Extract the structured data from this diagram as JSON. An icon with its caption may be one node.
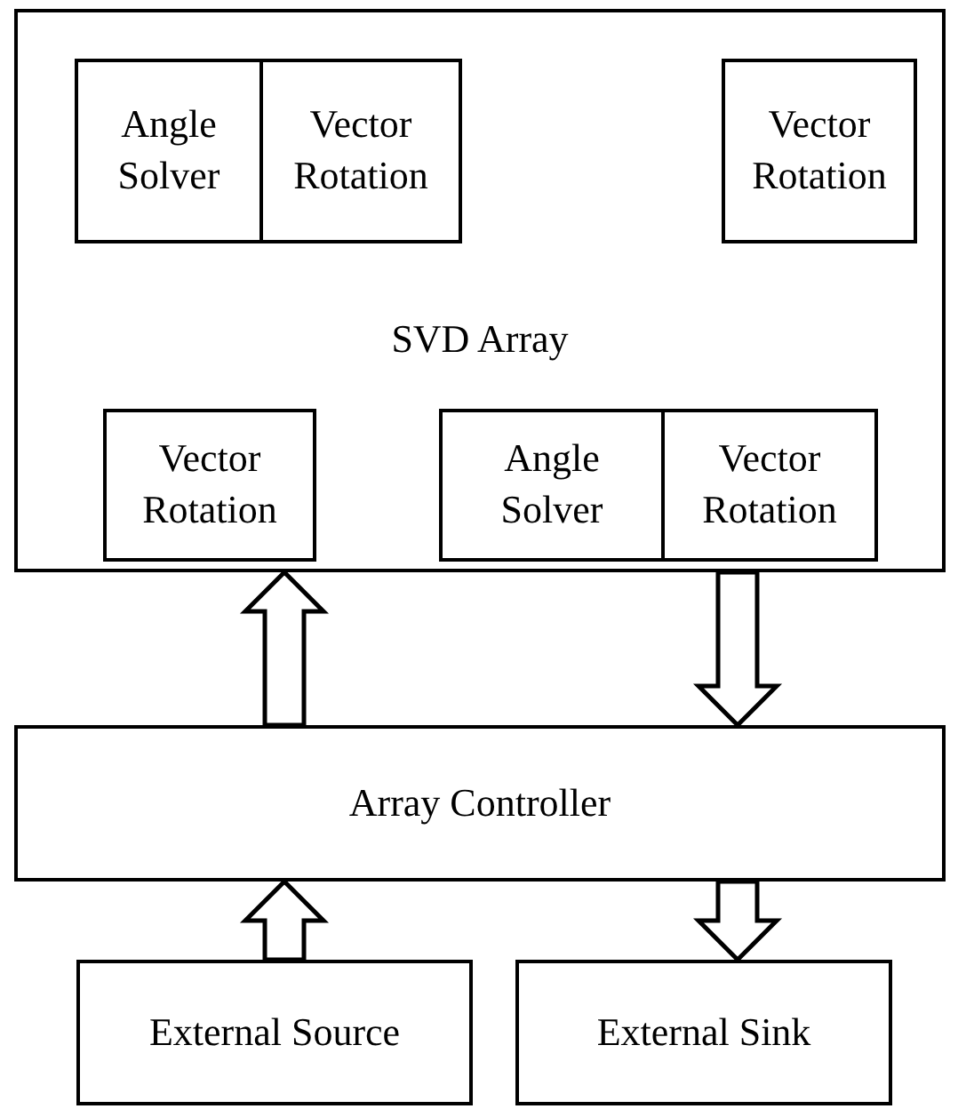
{
  "diagram": {
    "nodes": [
      {
        "text": [
          "SVD Array"
        ]
      },
      {
        "text": [
          "Angle Solver"
        ],
        "in": 0
      },
      {
        "text": [
          "Vector Rotation"
        ],
        "in": 0
      },
      {
        "text": [
          "Vector Rotation"
        ],
        "in": 0
      },
      {
        "text": [
          "Vector Rotation"
        ],
        "in": 0
      },
      {
        "text": [
          "Angle Solver"
        ],
        "in": 0
      },
      {
        "text": [
          "Vector Rotation"
        ],
        "in": 0
      },
      {
        "text": [
          "Array Controller"
        ]
      },
      {
        "text": [
          "External Source"
        ]
      },
      {
        "text": [
          "External Sink"
        ]
      }
    ],
    "edges": [
      {
        "from": 7,
        "to": 0,
        "arrow": "to",
        "style": "thick"
      },
      {
        "from": 0,
        "to": 7,
        "arrow": "to",
        "style": "thick"
      },
      {
        "from": 8,
        "to": 7,
        "arrow": "to",
        "style": "thick"
      },
      {
        "from": 7,
        "to": 9,
        "arrow": "to",
        "style": "thick"
      }
    ]
  }
}
